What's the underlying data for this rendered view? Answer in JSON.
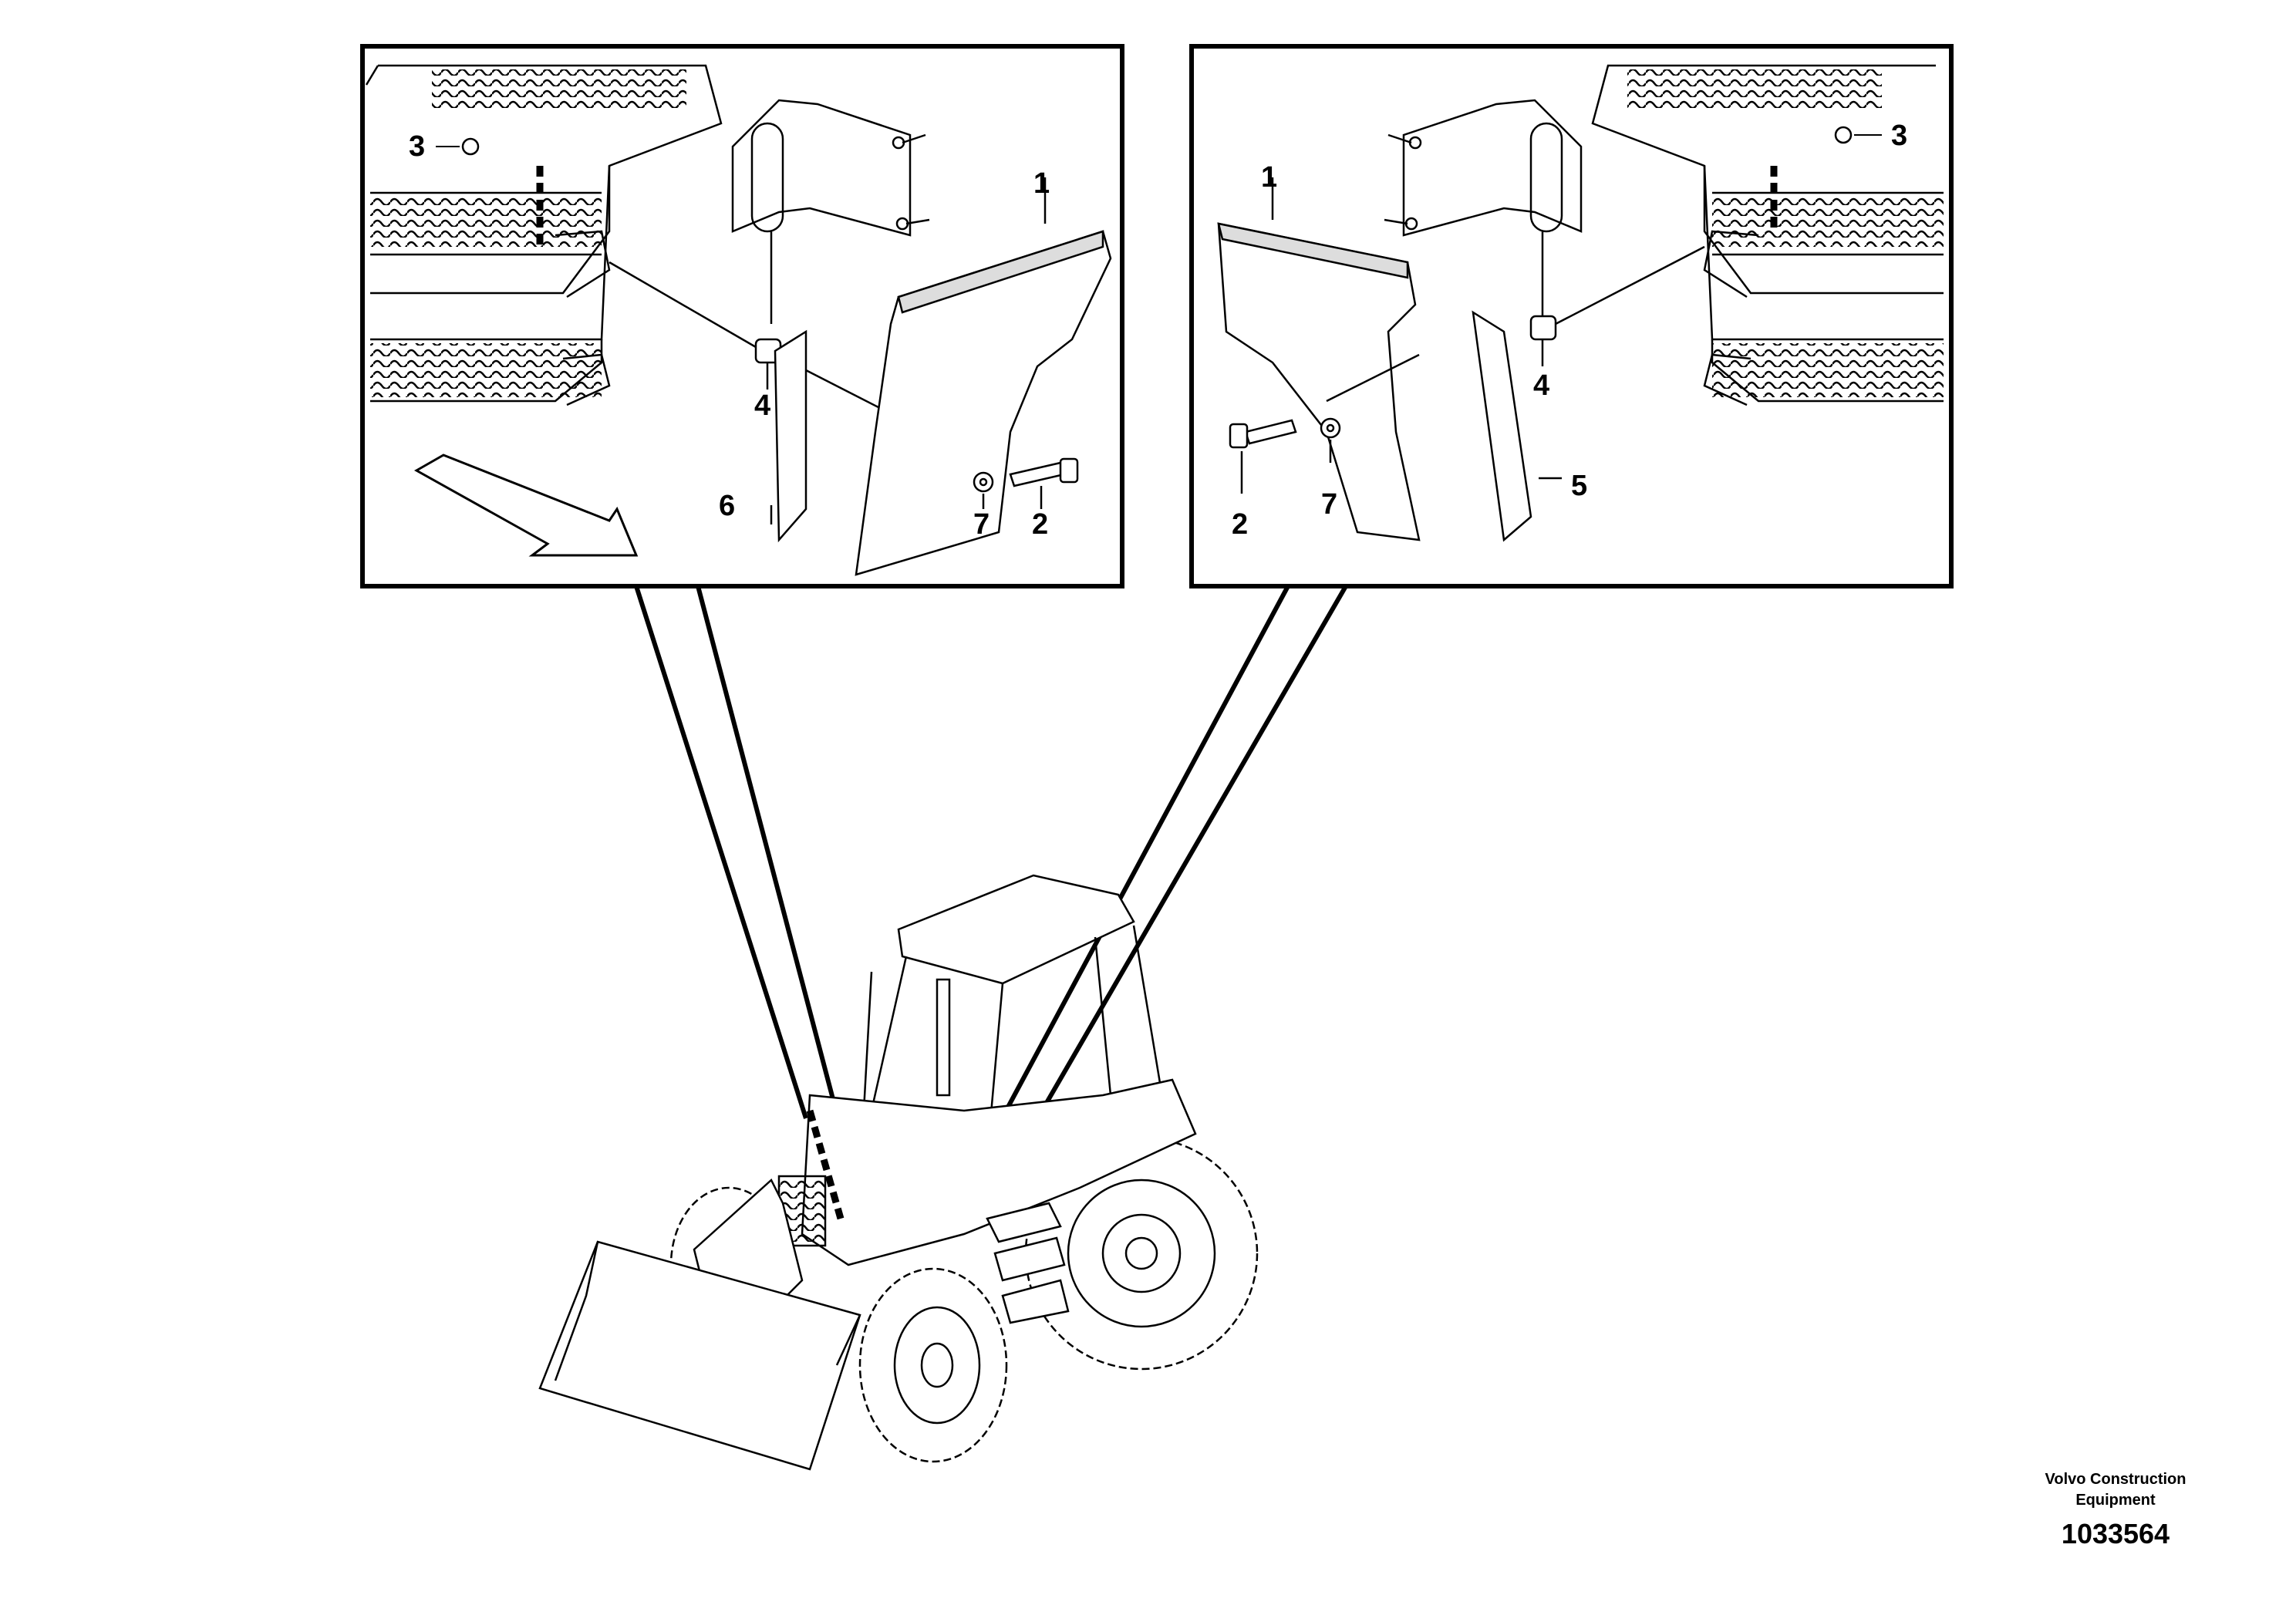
{
  "title": "",
  "left_panel": {
    "labels": [
      "3",
      "1",
      "4",
      "6",
      "7",
      "2"
    ]
  },
  "right_panel": {
    "labels": [
      "1",
      "3",
      "4",
      "2",
      "7",
      "5"
    ]
  },
  "footer": {
    "company_line1": "Volvo Construction",
    "company_line2": "Equipment",
    "drawing_number": "1033564"
  },
  "colors": {
    "line": "#000000",
    "background": "#ffffff"
  }
}
